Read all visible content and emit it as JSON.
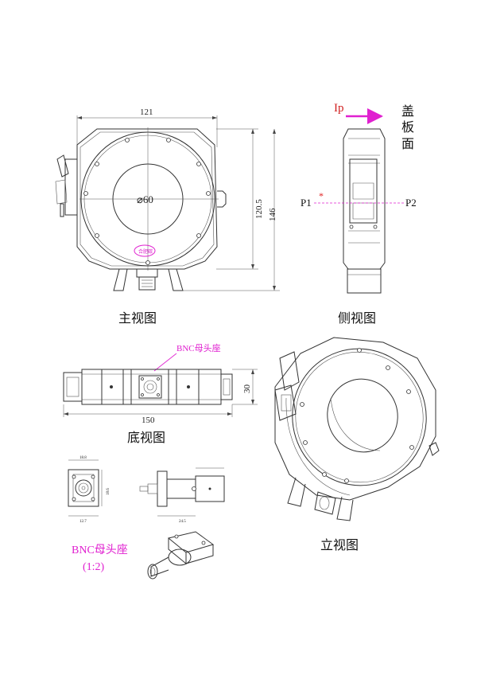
{
  "colors": {
    "line": "#333333",
    "accent": "#e020d0",
    "marker": "#e02020"
  },
  "front_view": {
    "caption": "主视图",
    "dim_width": "121",
    "dim_inner_diameter": "⌀60",
    "dim_height_body": "120.5",
    "dim_height_total": "146",
    "logo_text": "合肥碳"
  },
  "side_view": {
    "caption": "侧视图",
    "current_label": "Ip",
    "cover_label": [
      "盖",
      "板",
      "面"
    ],
    "port_left": "P1",
    "port_right": "P2",
    "polarity_mark": "*"
  },
  "bottom_view": {
    "caption": "底视图",
    "bnc_label": "BNC母头座",
    "dim_length": "150",
    "dim_height": "30"
  },
  "bnc_detail": {
    "title": "BNC母头座",
    "scale": "(1:2)",
    "dim_a": "18.8",
    "dim_b": "12.7",
    "dim_c": "18.6",
    "dim_d": "24.5"
  },
  "iso_view": {
    "caption": "立视图"
  }
}
